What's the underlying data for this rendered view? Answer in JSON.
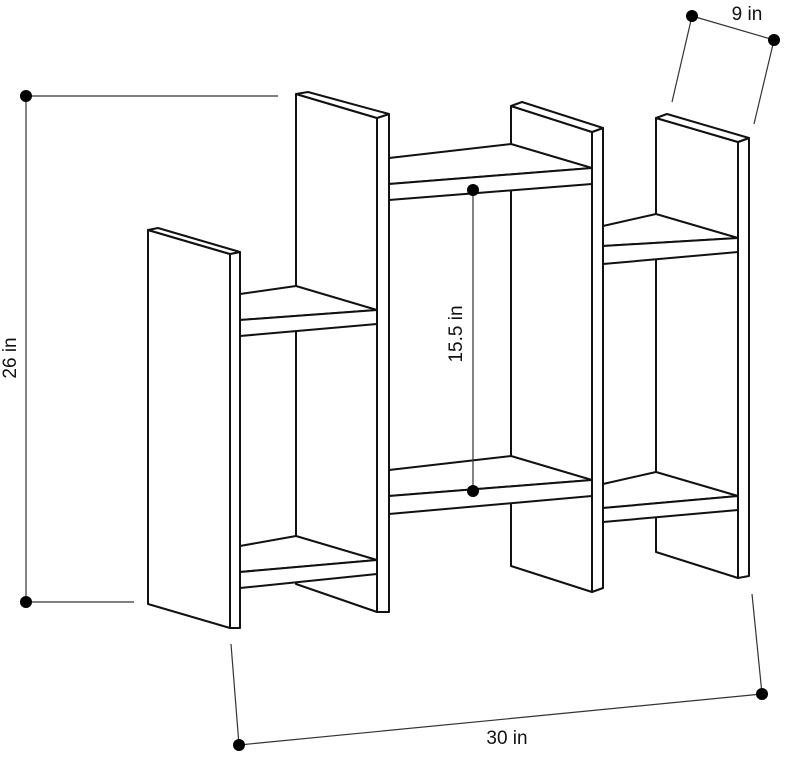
{
  "dimensions": {
    "depth": "9 in",
    "height": "26 in",
    "inner_height": "15.5 in",
    "width": "30 in"
  },
  "colors": {
    "line": "#111111",
    "background": "#ffffff"
  }
}
